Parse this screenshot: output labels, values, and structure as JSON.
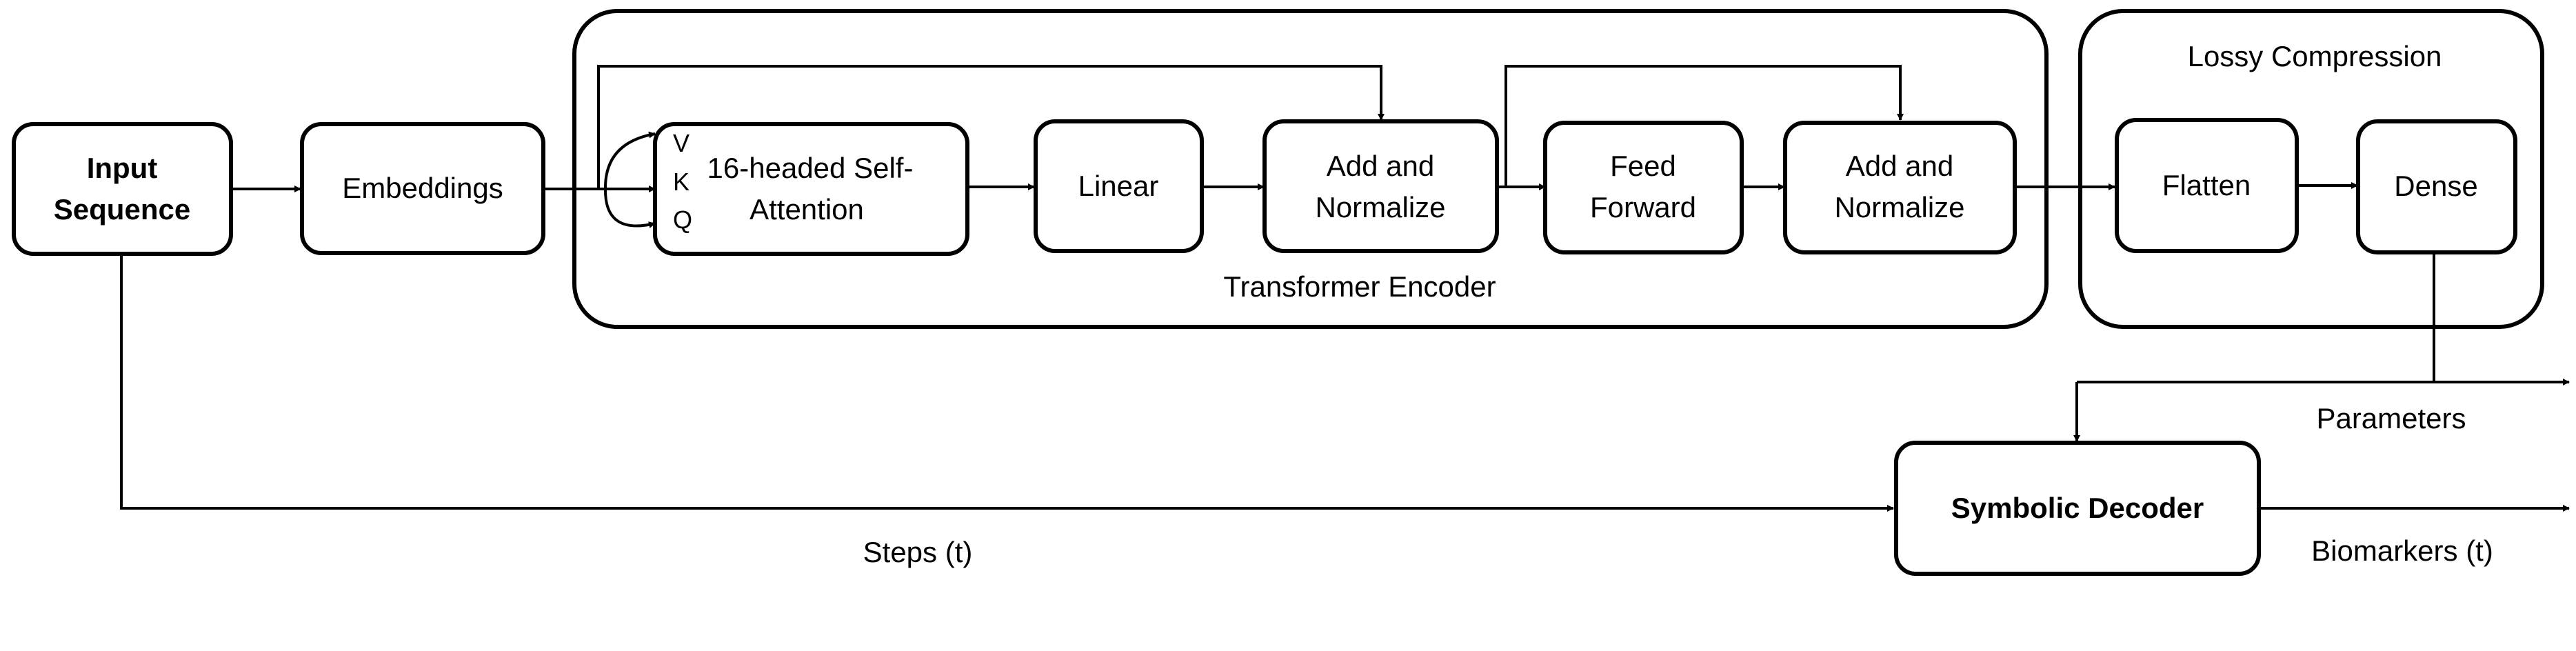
{
  "groups": {
    "transformer_encoder": "Transformer Encoder",
    "lossy_compression": "Lossy Compression"
  },
  "blocks": {
    "input_sequence": [
      "Input",
      "Sequence"
    ],
    "embeddings": "Embeddings",
    "self_attention": [
      "16-headed Self-",
      "Attention"
    ],
    "qkv": [
      "V",
      "K",
      "Q"
    ],
    "linear": "Linear",
    "add_norm_1": [
      "Add and",
      "Normalize"
    ],
    "feed_forward": [
      "Feed",
      "Forward"
    ],
    "add_norm_2": [
      "Add and",
      "Normalize"
    ],
    "flatten": "Flatten",
    "dense": "Dense",
    "symbolic_decoder": "Symbolic Decoder"
  },
  "edge_labels": {
    "parameters": "Parameters",
    "steps": "Steps (t)",
    "biomarkers": "Biomarkers (t)"
  }
}
